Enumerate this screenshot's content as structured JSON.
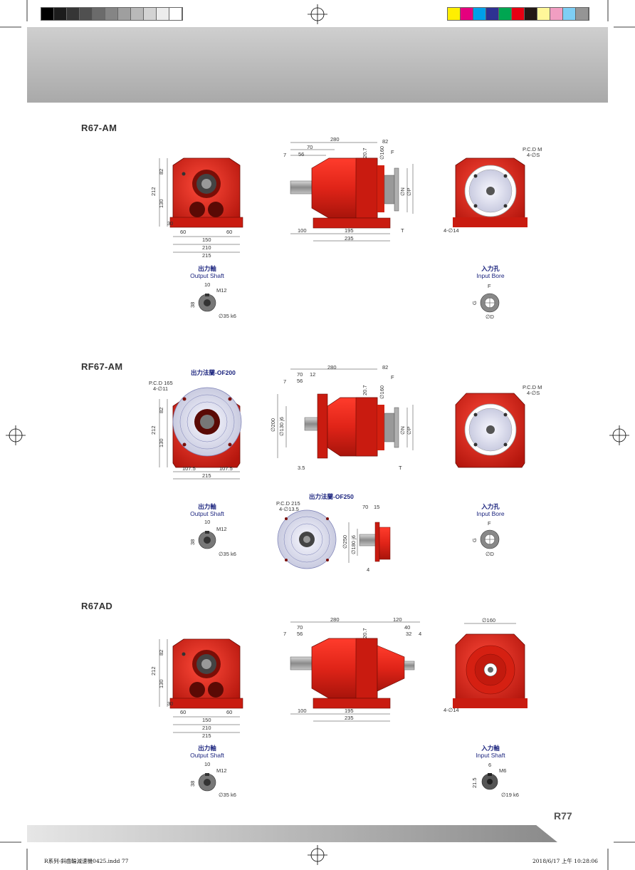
{
  "print_marks": {
    "grayscale": [
      "#000000",
      "#1c1c1c",
      "#363636",
      "#505050",
      "#6b6b6b",
      "#858585",
      "#9f9f9f",
      "#b9b9b9",
      "#d3d3d3",
      "#ececec",
      "#ffffff"
    ],
    "color_bar": [
      "#ffef00",
      "#e5007e",
      "#00a0e9",
      "#2e3192",
      "#00a651",
      "#e60012",
      "#231815",
      "#fff799",
      "#f19ec2",
      "#7ecef4",
      "#959595"
    ]
  },
  "colors": {
    "housing": "#e02418",
    "shaft": "#8a8a8a",
    "dim_line": "#333333",
    "caption": "#1a237e"
  },
  "sections": [
    {
      "title": "R67-AM",
      "front_dims": [
        "82",
        "212",
        "130",
        "30",
        "60",
        "60",
        "150",
        "210",
        "215"
      ],
      "side_dims": [
        "280",
        "82",
        "70",
        "7",
        "56",
        "20.7",
        "∅160",
        "F",
        "∅N",
        "∅P",
        "100",
        "195",
        "T",
        "235"
      ],
      "end_dims": [
        "P.C.D M",
        "4-∅S",
        "4-∅14"
      ],
      "output_shaft": {
        "zh": "出力軸",
        "en": "Output Shaft",
        "dims": [
          "10",
          "M12",
          "38",
          "∅35 k6"
        ]
      },
      "input": {
        "zh": "入力孔",
        "en": "Input Bore",
        "dims": [
          "F",
          "G",
          "∅D"
        ]
      }
    },
    {
      "title": "RF67-AM",
      "flange_title": "出力法蘭-OF200",
      "front_dims": [
        "P.C.D 165",
        "4-∅11",
        "82",
        "212",
        "130",
        "107.5",
        "107.5",
        "215"
      ],
      "side_dims": [
        "280",
        "82",
        "70",
        "12",
        "7",
        "56",
        "20.7",
        "∅160",
        "F",
        "∅200",
        "∅130 j6",
        "∅N",
        "∅P",
        "3.5",
        "T"
      ],
      "end_dims": [
        "P.C.D M",
        "4-∅S"
      ],
      "output_shaft": {
        "zh": "出力軸",
        "en": "Output Shaft",
        "dims": [
          "10",
          "M12",
          "38",
          "∅35 k6"
        ]
      },
      "flange2_title": "出力法蘭-OF250",
      "flange2_dims": [
        "P.C.D 215",
        "4-∅13.5",
        "70",
        "15",
        "∅250",
        "∅180 j6",
        "4"
      ],
      "input": {
        "zh": "入力孔",
        "en": "Input Bore",
        "dims": [
          "F",
          "G",
          "∅D"
        ]
      }
    },
    {
      "title": "R67AD",
      "front_dims": [
        "82",
        "212",
        "130",
        "30",
        "60",
        "60",
        "150",
        "210",
        "215"
      ],
      "side_dims": [
        "280",
        "120",
        "70",
        "40",
        "7",
        "56",
        "32",
        "4",
        "20.7",
        "100",
        "195",
        "235"
      ],
      "end_dims": [
        "∅160",
        "4-∅14"
      ],
      "output_shaft": {
        "zh": "出力軸",
        "en": "Output Shaft",
        "dims": [
          "10",
          "M12",
          "38",
          "∅35 k6"
        ]
      },
      "input": {
        "zh": "入力軸",
        "en": "Input Shaft",
        "dims": [
          "6",
          "M6",
          "21.5",
          "∅19 k6"
        ]
      }
    }
  ],
  "page_number": "R77",
  "footer": {
    "left": "R系列-斜齒輪減速機0425.indd   77",
    "right": "2018/6/17   上午 10:28:06"
  }
}
